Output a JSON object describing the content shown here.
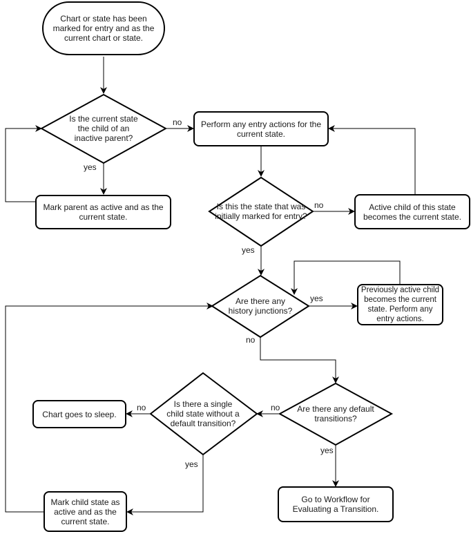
{
  "diagram": {
    "title": "Chart or state entry workflow",
    "nodes": {
      "start": {
        "type": "terminator",
        "text": "Chart or state has been marked for entry and as the current chart or state."
      },
      "q_inactive_parent": {
        "type": "decision",
        "text": "Is the current state the child of an inactive parent?"
      },
      "mark_parent": {
        "type": "process",
        "text": "Mark parent as active and as the current state."
      },
      "entry_actions": {
        "type": "process",
        "text": "Perform any entry actions for the current state."
      },
      "q_initially_marked": {
        "type": "decision",
        "text": "Is this the state that was initially marked for entry?"
      },
      "active_child": {
        "type": "process",
        "text": "Active child of this state becomes the current state."
      },
      "q_history": {
        "type": "decision",
        "text": "Are there any history junctions?"
      },
      "prev_active_child": {
        "type": "process",
        "text": "Previously active child becomes the current state. Perform any entry actions."
      },
      "q_default": {
        "type": "decision",
        "text": "Are there any default transitions?"
      },
      "q_single_child": {
        "type": "decision",
        "text": "Is there a single child state without a default transition?"
      },
      "sleep": {
        "type": "process",
        "text": "Chart goes to sleep."
      },
      "mark_child": {
        "type": "process",
        "text": "Mark child state as active and as the current state."
      },
      "goto_workflow": {
        "type": "process",
        "text": "Go to Workflow for Evaluating a Transition."
      }
    },
    "edges": [
      {
        "from": "start",
        "to": "q_inactive_parent",
        "label": ""
      },
      {
        "from": "q_inactive_parent",
        "to": "entry_actions",
        "label": "no"
      },
      {
        "from": "q_inactive_parent",
        "to": "mark_parent",
        "label": "yes"
      },
      {
        "from": "mark_parent",
        "to": "q_inactive_parent",
        "label": ""
      },
      {
        "from": "entry_actions",
        "to": "q_initially_marked",
        "label": ""
      },
      {
        "from": "q_initially_marked",
        "to": "active_child",
        "label": "no"
      },
      {
        "from": "active_child",
        "to": "entry_actions",
        "label": ""
      },
      {
        "from": "q_initially_marked",
        "to": "q_history",
        "label": "yes"
      },
      {
        "from": "q_history",
        "to": "prev_active_child",
        "label": "yes"
      },
      {
        "from": "prev_active_child",
        "to": "q_history",
        "label": ""
      },
      {
        "from": "q_history",
        "to": "q_default",
        "label": "no"
      },
      {
        "from": "q_default",
        "to": "q_single_child",
        "label": "no"
      },
      {
        "from": "q_default",
        "to": "goto_workflow",
        "label": "yes"
      },
      {
        "from": "q_single_child",
        "to": "sleep",
        "label": "no"
      },
      {
        "from": "q_single_child",
        "to": "mark_child",
        "label": "yes"
      },
      {
        "from": "mark_child",
        "to": "q_history",
        "label": ""
      }
    ]
  }
}
